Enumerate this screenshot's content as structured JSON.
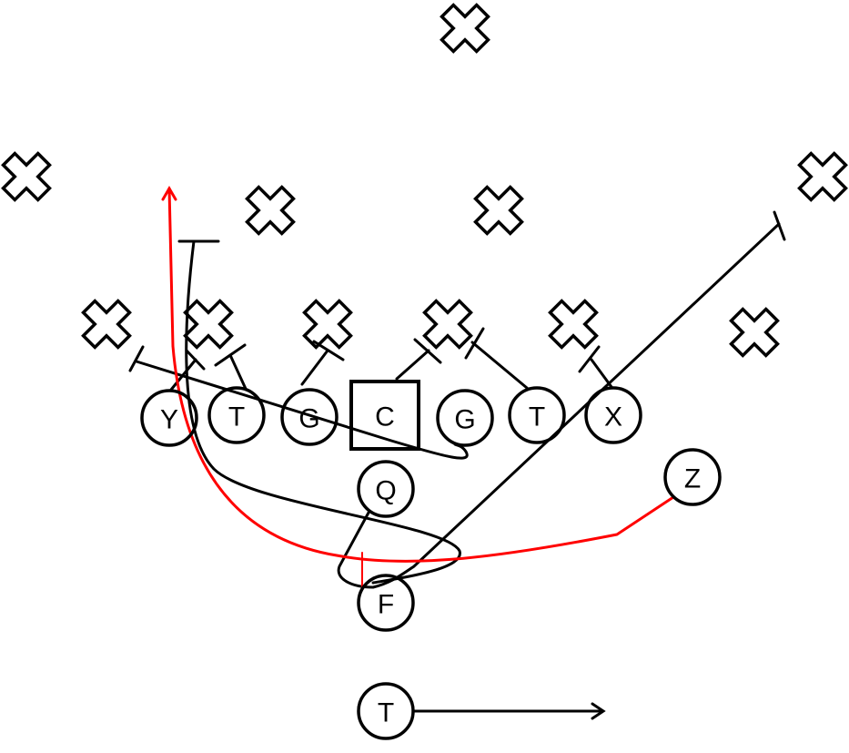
{
  "colors": {
    "offense": "#000000",
    "defense": "#000000",
    "highlight_route": "#ff0000",
    "background": "#ffffff"
  },
  "offense": [
    {
      "id": "y",
      "label": "Y",
      "shape": "circle"
    },
    {
      "id": "lt",
      "label": "T",
      "shape": "circle"
    },
    {
      "id": "lg",
      "label": "G",
      "shape": "circle"
    },
    {
      "id": "c",
      "label": "C",
      "shape": "square"
    },
    {
      "id": "rg",
      "label": "G",
      "shape": "circle"
    },
    {
      "id": "rt",
      "label": "T",
      "shape": "circle"
    },
    {
      "id": "x",
      "label": "X",
      "shape": "circle"
    },
    {
      "id": "z",
      "label": "Z",
      "shape": "circle"
    },
    {
      "id": "q",
      "label": "Q",
      "shape": "circle"
    },
    {
      "id": "f",
      "label": "F",
      "shape": "circle"
    },
    {
      "id": "t",
      "label": "T",
      "shape": "circle"
    }
  ],
  "defense": {
    "count": 11,
    "marker": "x-cross-icon"
  }
}
